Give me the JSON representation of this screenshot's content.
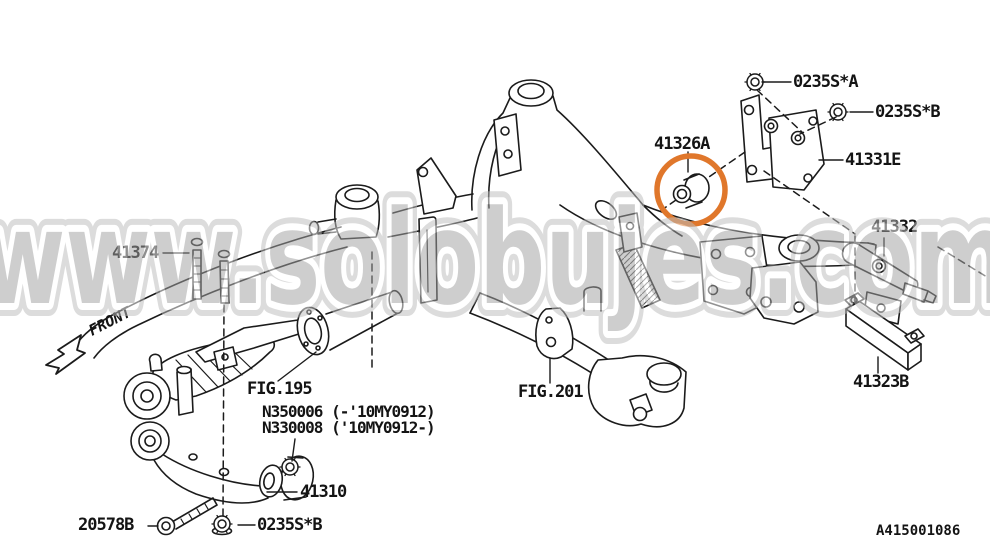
{
  "diagram": {
    "watermark_text": "www.solobujes.com",
    "drawing_code": "A415001086",
    "front_label": "FRONT",
    "highlight_color": "#e0772b",
    "callouts": {
      "nut_top_a": "0235S*A",
      "nut_top_b": "0235S*B",
      "bushing_highlighted": "41326A",
      "bracket_right": "41331E",
      "support_bar": "41332",
      "stopper": "41323B",
      "bolt_upper": "41374",
      "fig_differential": "FIG.195",
      "fig_crossmember": "FIG.201",
      "nut_spec_line1": "N350006 (-'10MY0912)",
      "nut_spec_line2": "N330008 ('10MY0912-)",
      "lateral_link": "41310",
      "bolt_lower": "20578B",
      "nut_bottom": "0235S*B"
    }
  }
}
